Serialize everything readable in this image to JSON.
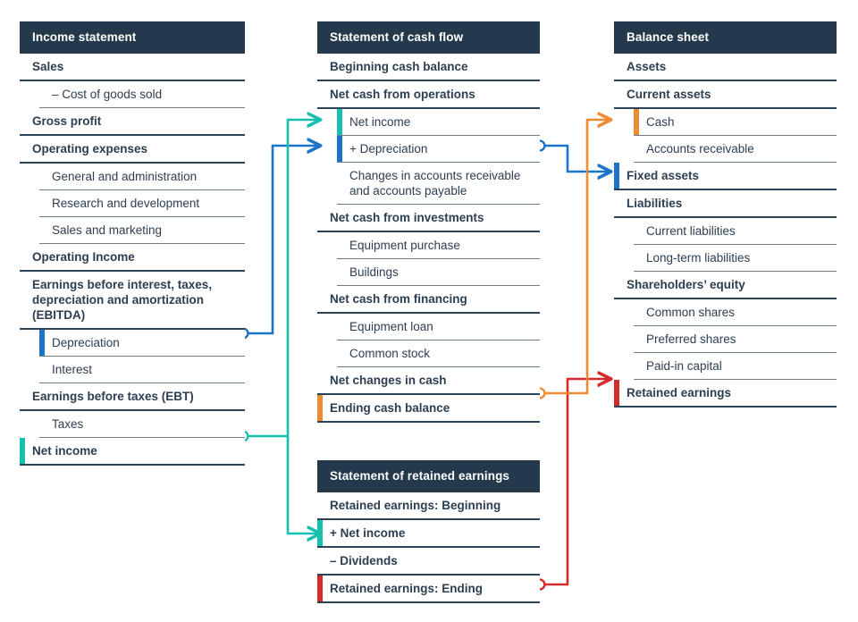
{
  "palette": {
    "header_bg": "#24394b",
    "text": "#2c3e50",
    "rule_strong": "#2c4257",
    "rule_light": "#6b7b8a",
    "teal": "#17bfae",
    "blue": "#1b74c8",
    "orange": "#ef8b33",
    "red": "#d32a2a",
    "background": "#ffffff"
  },
  "panels": {
    "income_statement": {
      "title": "Income statement",
      "rows": [
        {
          "label": "Sales",
          "level": 0,
          "marker": null
        },
        {
          "label": "– Cost of goods sold",
          "level": 1,
          "marker": null
        },
        {
          "label": "Gross profit",
          "level": 0,
          "marker": null
        },
        {
          "label": "Operating expenses",
          "level": 0,
          "marker": null
        },
        {
          "label": "General and administration",
          "level": 1,
          "marker": null
        },
        {
          "label": "Research and development",
          "level": 1,
          "marker": null
        },
        {
          "label": "Sales and marketing",
          "level": 1,
          "marker": null
        },
        {
          "label": "Operating Income",
          "level": 0,
          "marker": null
        },
        {
          "label": "Earnings before interest, taxes, depreciation and amortization (EBITDA)",
          "level": 0,
          "marker": null
        },
        {
          "label": "Depreciation",
          "level": 1,
          "marker": "blue"
        },
        {
          "label": "Interest",
          "level": 1,
          "marker": null
        },
        {
          "label": "Earnings before taxes (EBT)",
          "level": 0,
          "marker": null
        },
        {
          "label": "Taxes",
          "level": 1,
          "marker": null
        },
        {
          "label": "Net income",
          "level": 0,
          "marker": "teal"
        }
      ]
    },
    "cash_flow": {
      "title": "Statement of cash flow",
      "rows": [
        {
          "label": "Beginning cash balance",
          "level": 0,
          "marker": null
        },
        {
          "label": "Net cash from operations",
          "level": 0,
          "marker": null
        },
        {
          "label": "Net income",
          "level": 1,
          "marker": "teal"
        },
        {
          "label": "+ Depreciation",
          "level": 1,
          "marker": "blue"
        },
        {
          "label": "Changes in accounts receivable and accounts payable",
          "level": 1,
          "marker": null
        },
        {
          "label": "Net cash from investments",
          "level": 0,
          "marker": null
        },
        {
          "label": "Equipment purchase",
          "level": 1,
          "marker": null
        },
        {
          "label": "Buildings",
          "level": 1,
          "marker": null
        },
        {
          "label": "Net cash from financing",
          "level": 0,
          "marker": null
        },
        {
          "label": "Equipment loan",
          "level": 1,
          "marker": null
        },
        {
          "label": "Common stock",
          "level": 1,
          "marker": null
        },
        {
          "label": "Net changes in cash",
          "level": 0,
          "marker": null
        },
        {
          "label": "Ending cash balance",
          "level": 0,
          "marker": "orange"
        }
      ]
    },
    "retained_earnings": {
      "title": "Statement of retained earnings",
      "rows": [
        {
          "label": "Retained earnings: Beginning",
          "level": 0,
          "marker": null
        },
        {
          "label": "+ Net income",
          "level": 0,
          "marker": "teal"
        },
        {
          "label": "– Dividends",
          "level": 0,
          "marker": null
        },
        {
          "label": "Retained earnings: Ending",
          "level": 0,
          "marker": "red"
        }
      ]
    },
    "balance_sheet": {
      "title": "Balance sheet",
      "rows": [
        {
          "label": "Assets",
          "level": 0,
          "marker": null
        },
        {
          "label": "Current assets",
          "level": 0,
          "marker": null
        },
        {
          "label": "Cash",
          "level": 1,
          "marker": "orange"
        },
        {
          "label": "Accounts receivable",
          "level": 1,
          "marker": null
        },
        {
          "label": "Fixed assets",
          "level": 0,
          "marker": "blue"
        },
        {
          "label": "Liabilities",
          "level": 0,
          "marker": null
        },
        {
          "label": "Current liabilities",
          "level": 1,
          "marker": null
        },
        {
          "label": "Long-term liabilities",
          "level": 1,
          "marker": null
        },
        {
          "label": "Shareholders’ equity",
          "level": 0,
          "marker": null
        },
        {
          "label": "Common shares",
          "level": 1,
          "marker": null
        },
        {
          "label": "Preferred shares",
          "level": 1,
          "marker": null
        },
        {
          "label": "Paid-in capital",
          "level": 1,
          "marker": null
        },
        {
          "label": "Retained earnings",
          "level": 0,
          "marker": "red"
        }
      ]
    }
  },
  "connectors": [
    {
      "name": "net-income-to-cash-flow-net-income",
      "color": "teal",
      "from": "Income statement: Net income",
      "to": "Statement of cash flow: Net income"
    },
    {
      "name": "net-income-to-retained-earnings-net-income",
      "color": "teal",
      "from": "Income statement: Net income",
      "to": "Statement of retained earnings: + Net income"
    },
    {
      "name": "depreciation-to-cash-flow-depreciation",
      "color": "blue",
      "from": "Income statement: Depreciation",
      "to": "Statement of cash flow: + Depreciation"
    },
    {
      "name": "depreciation-to-fixed-assets",
      "color": "blue",
      "from": "Statement of cash flow: + Depreciation",
      "to": "Balance sheet: Fixed assets"
    },
    {
      "name": "ending-cash-to-cash",
      "color": "orange",
      "from": "Statement of cash flow: Ending cash balance",
      "to": "Balance sheet: Cash"
    },
    {
      "name": "retained-earnings-ending-to-retained-earnings",
      "color": "red",
      "from": "Statement of retained earnings: Retained earnings: Ending",
      "to": "Balance sheet: Retained earnings"
    }
  ]
}
